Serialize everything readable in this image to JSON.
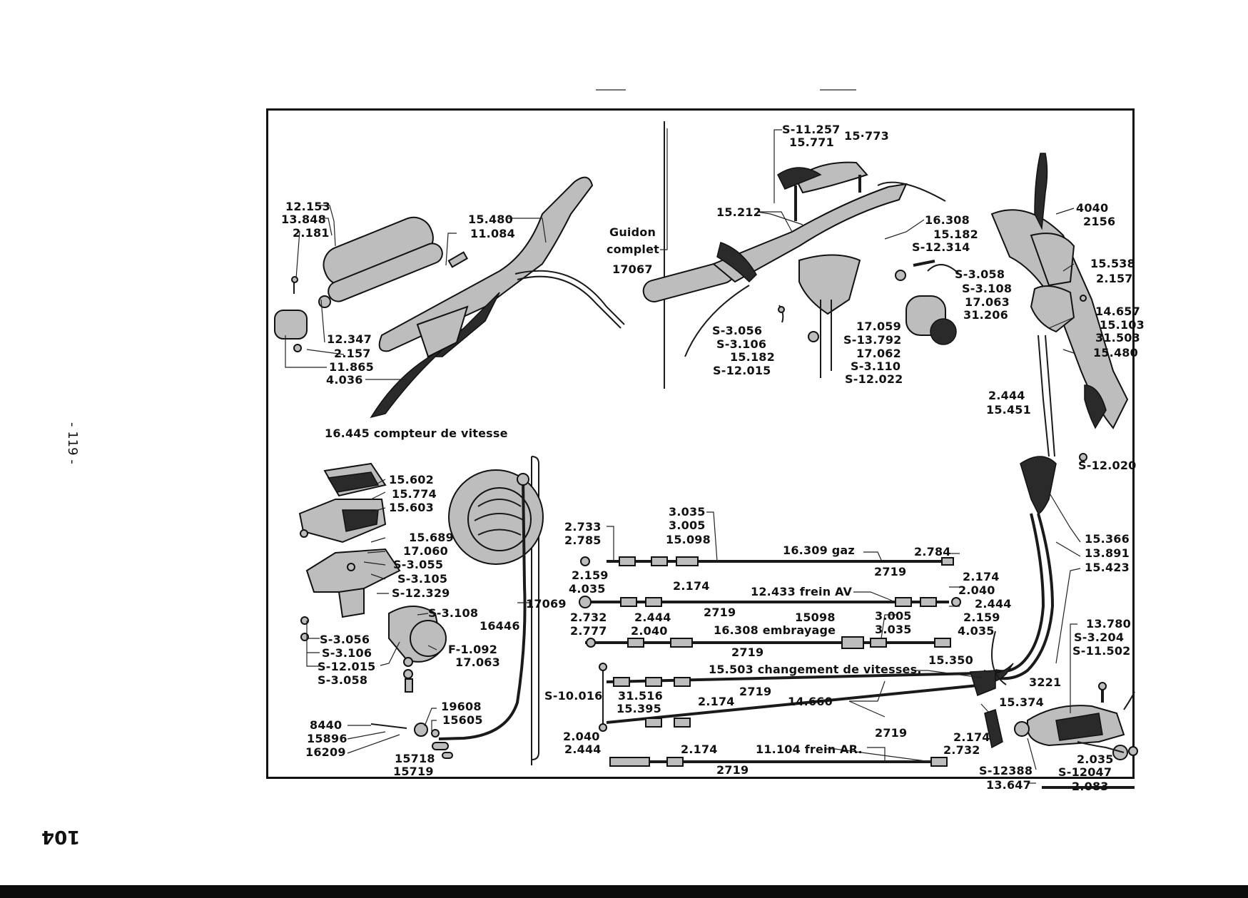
{
  "page": {
    "side_number": "- 119 -",
    "page_number_rotated": "104"
  },
  "diagram": {
    "handlebar_left_group": {
      "labels": [
        "12.153",
        "13.848",
        "2.181",
        "15.480",
        "11.084",
        "12.347",
        "2.157",
        "11.865",
        "4.036"
      ]
    },
    "handlebar_complete": {
      "title_line1": "Guidon",
      "title_line2": "complet",
      "part_number": "17067",
      "labels": [
        "S-11.257",
        "15.771",
        "15·773",
        "15.212",
        "16.308",
        "15.182",
        "S-12.314",
        "S-3.058",
        "S-3.108",
        "17.063",
        "31.206",
        "17.059",
        "S-13.792",
        "17.062",
        "S-3.110",
        "S-12.022",
        "S-3.056",
        "S-3.106",
        "15.182",
        "S-12.015"
      ]
    },
    "right_lever_group": {
      "labels": [
        "4040",
        "2156",
        "15.538",
        "2.157",
        "14.657",
        "15.103",
        "31.503",
        "15.480",
        "2.444",
        "15.451",
        "S-12.020",
        "15.366",
        "13.891",
        "15.423"
      ]
    },
    "speedometer_group": {
      "title": "16.445 compteur de vitesse",
      "labels": [
        "15.602",
        "15.774",
        "15.603",
        "15.689",
        "17.060",
        "S-3.055",
        "S-3.105",
        "S-12.329",
        "S-3.108",
        "F-1.092",
        "17.063",
        "S-3.056",
        "S-3.106",
        "S-12.015",
        "S-3.058",
        "16446",
        "17069"
      ]
    },
    "speedo_cable_group": {
      "labels": [
        "19608",
        "15605",
        "8440",
        "15896",
        "16209",
        "15718",
        "15719"
      ]
    },
    "cables_group": {
      "gaz": {
        "title": "16.309 gaz",
        "labels": [
          "3.035",
          "3.005",
          "15.098",
          "2.733",
          "2.785",
          "2.784",
          "2719"
        ]
      },
      "frein_av": {
        "title": "12.433 frein AV",
        "labels": [
          "2.159",
          "4.035",
          "2.174",
          "2.174",
          "2.040",
          "2.444",
          "2719"
        ]
      },
      "embrayage": {
        "title": "16.308 embrayage",
        "labels": [
          "2.732",
          "2.777",
          "2.444",
          "2.040",
          "15098",
          "3.005",
          "3.035",
          "2.159",
          "4.035",
          "2719"
        ]
      },
      "changement": {
        "title": "15.503 changement de vitesses.",
        "labels": [
          "15.350",
          "3221",
          "S-10.016",
          "31.516",
          "15.395",
          "2.174",
          "2719",
          "14.660",
          "2719",
          "15.374"
        ]
      },
      "frein_ar": {
        "title": "11.104 frein AR.",
        "labels": [
          "2.040",
          "2.444",
          "2.174",
          "2719",
          "2.174",
          "2.732"
        ]
      }
    },
    "rear_bracket_group": {
      "labels": [
        "13.780",
        "S-3.204",
        "S-11.502",
        "S-12388",
        "13.647",
        "2.035",
        "S-12047",
        "2.083"
      ]
    }
  }
}
